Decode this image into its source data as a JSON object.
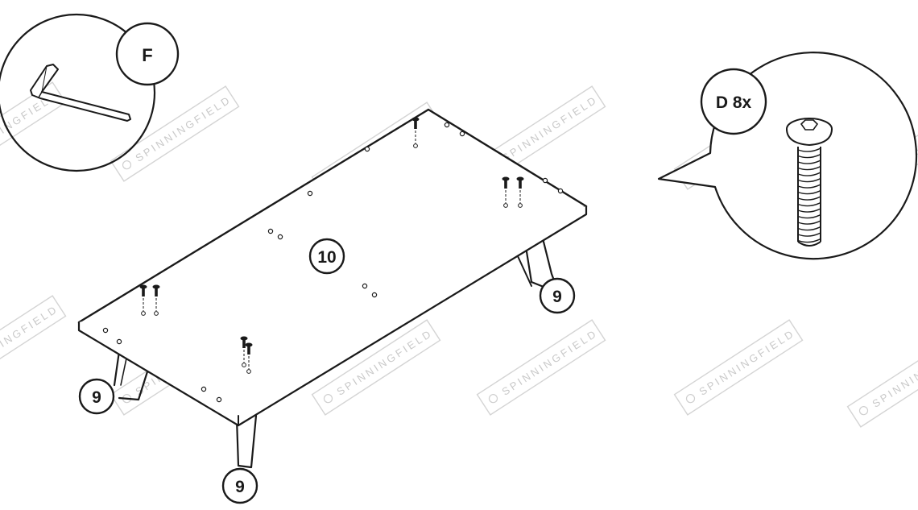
{
  "watermark": {
    "text": "SPINNINGFIELD"
  },
  "callouts": {
    "tool": {
      "label": "F",
      "icon": "allen-key-icon"
    },
    "hardware": {
      "label": "D 8x",
      "icon": "screw-icon"
    }
  },
  "parts": {
    "tabletop": {
      "label": "10"
    },
    "leg_right": {
      "label": "9"
    },
    "leg_left": {
      "label": "9"
    },
    "leg_front": {
      "label": "9"
    }
  },
  "colors": {
    "line": "#1a1a1a",
    "watermark": "#c9c9c9",
    "background": "#ffffff"
  }
}
